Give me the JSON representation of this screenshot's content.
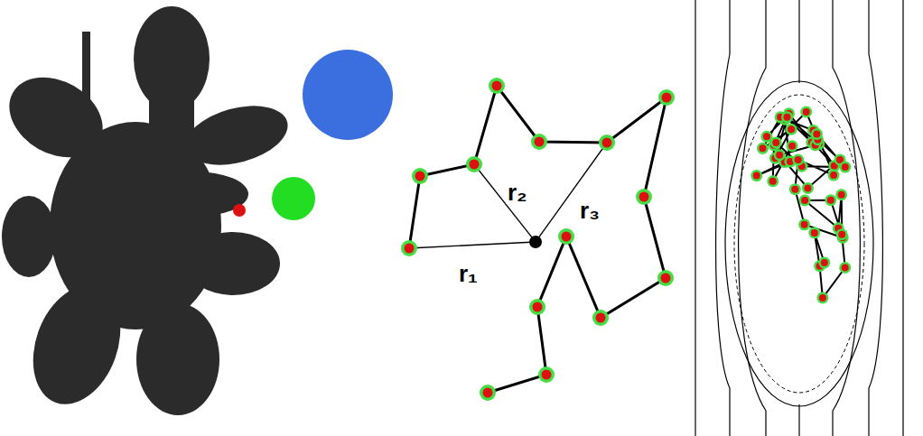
{
  "diagram": {
    "labels": [
      "r₁",
      "r₂",
      "r₃"
    ]
  }
}
